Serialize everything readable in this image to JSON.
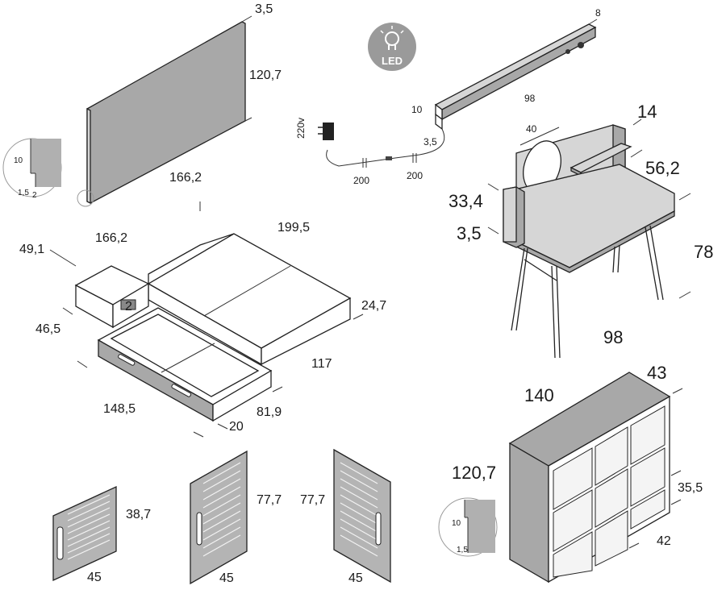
{
  "headboard": {
    "thickness": "3,5",
    "height": "120,7",
    "width": "166,2"
  },
  "detail_headboard": {
    "a": "10",
    "b": "1,5",
    "c": "2"
  },
  "led": {
    "badge": "LED",
    "length": "98",
    "depth": "8",
    "height": "10",
    "offset": "3,5",
    "voltage": "220v",
    "cable_a": "200",
    "cable_b": "200"
  },
  "desk": {
    "top_depth": "14",
    "mirror": "40",
    "shelf_height": "56,2",
    "side_height": "33,4",
    "side_thickness": "3,5",
    "height": "78",
    "width": "98"
  },
  "bed": {
    "width": "166,2",
    "length": "199,5",
    "nightstand_depth": "49,1",
    "nightstand_width": "46,5",
    "gap": "2",
    "base_height": "24,7",
    "drawer_width": "148,5",
    "drawer_depth": "81,9",
    "drawer_height": "20",
    "total": "117"
  },
  "shelving": {
    "width": "140",
    "depth": "43",
    "height": "120,7",
    "cube": "35,5",
    "cube_depth": "42"
  },
  "detail_shelving": {
    "a": "10",
    "b": "1,5"
  },
  "doors": [
    {
      "height": "38,7",
      "width": "45"
    },
    {
      "height": "77,7",
      "width": "45"
    },
    {
      "height": "77,7",
      "width": "45"
    }
  ]
}
